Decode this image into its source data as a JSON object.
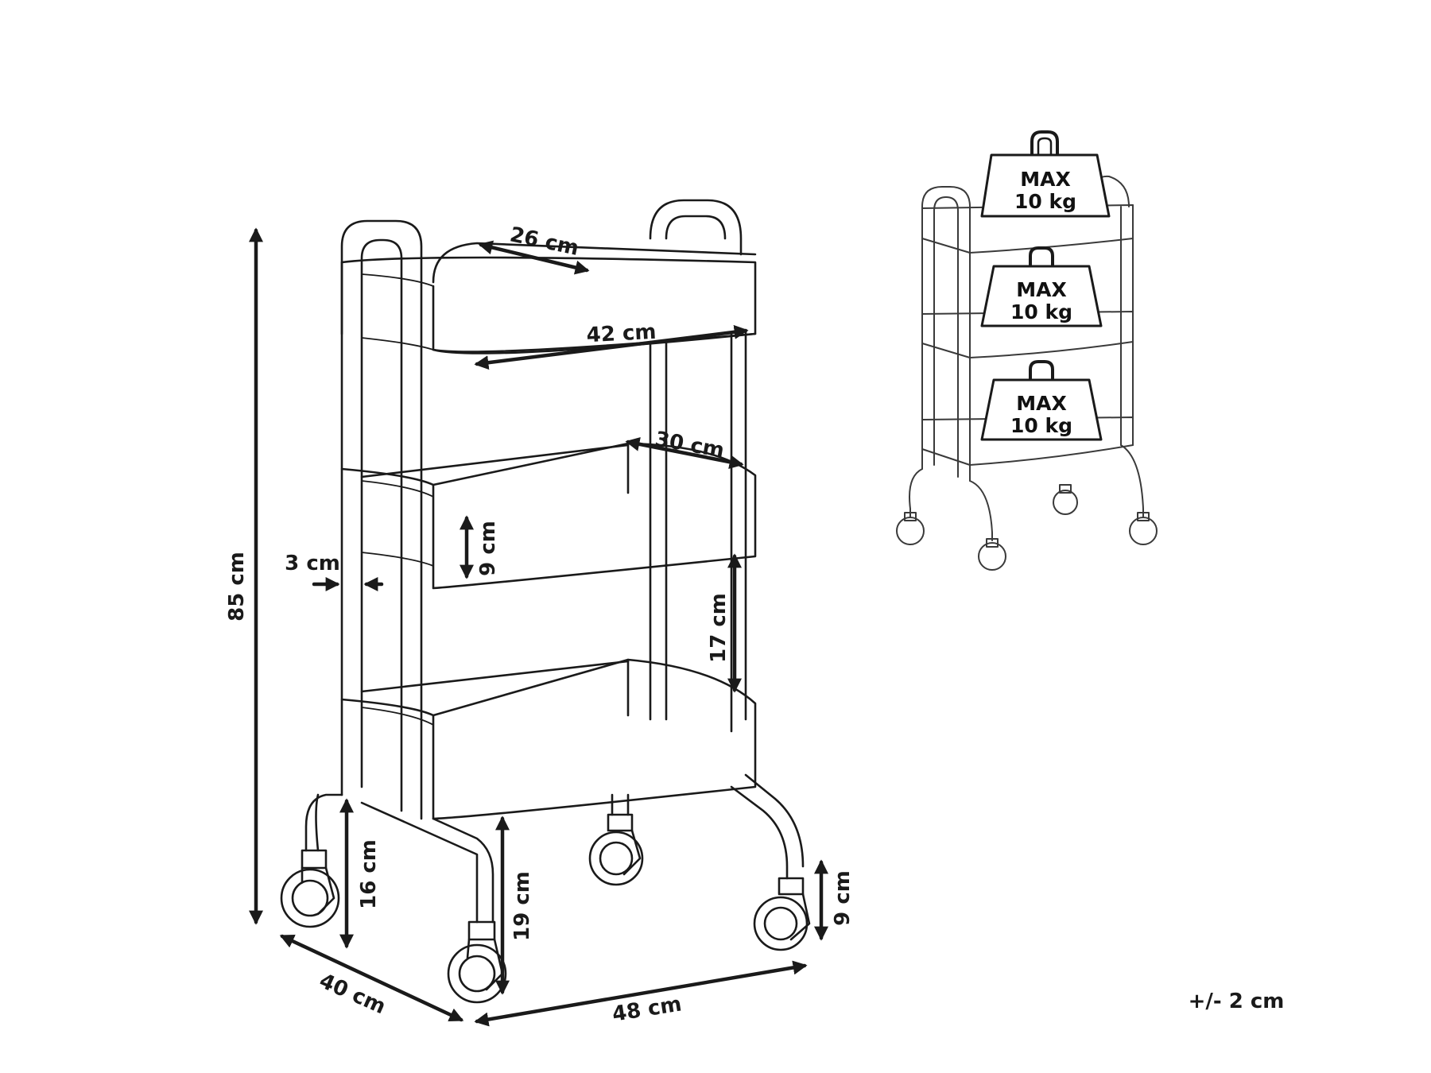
{
  "dimensions": {
    "total_height": "85 cm",
    "tube_width": "3 cm",
    "top_basket_depth": "26 cm",
    "basket_width": "42 cm",
    "middle_basket_depth": "30 cm",
    "basket_height": "9 cm",
    "shelf_spacing": "17 cm",
    "leg_height": "16 cm",
    "bottom_clearance": "19 cm",
    "wheel_height": "9 cm",
    "overall_depth": "40 cm",
    "overall_width": "48 cm"
  },
  "tolerance": "+/- 2 cm",
  "load": {
    "top": {
      "line1": "MAX",
      "line2": "10 kg"
    },
    "middle": {
      "line1": "MAX",
      "line2": "10 kg"
    },
    "bottom": {
      "line1": "MAX",
      "line2": "10 kg"
    }
  }
}
